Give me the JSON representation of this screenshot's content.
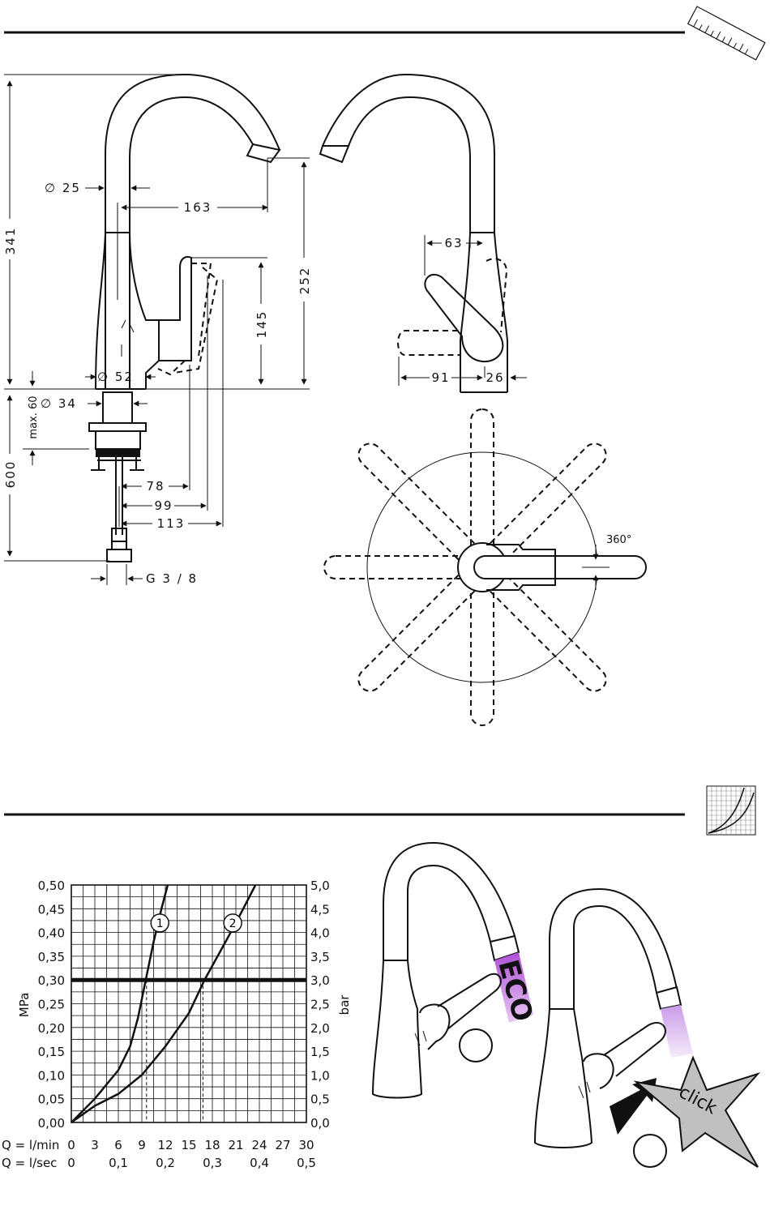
{
  "dimensions": {
    "d_341": "341",
    "d_600": "600",
    "d_max60": "max. 60",
    "d_25": "∅ 25",
    "d_163": "163",
    "d_252": "252",
    "d_145": "145",
    "d_52": "∅ 52",
    "d_34": "∅ 34",
    "d_78": "78",
    "d_99": "99",
    "d_113": "113",
    "d_g38": "G 3 / 8",
    "d_63": "63",
    "d_91": "91",
    "d_26": "26",
    "d_360": "360°"
  },
  "badges": {
    "eco": "ECO",
    "click": "click"
  },
  "chart_data": {
    "type": "line",
    "y_left_label": "MPa",
    "y_right_label": "bar",
    "y_left_ticks": [
      "0,00",
      "0,05",
      "0,10",
      "0,15",
      "0,20",
      "0,25",
      "0,30",
      "0,35",
      "0,40",
      "0,45",
      "0,50"
    ],
    "y_right_ticks": [
      "0,0",
      "0,5",
      "1,0",
      "1,5",
      "2,0",
      "2,5",
      "3,0",
      "3,5",
      "4,0",
      "4,5",
      "5,0"
    ],
    "x_row1_label": "Q = l/min",
    "x_row1_ticks": [
      "0",
      "3",
      "6",
      "9",
      "12",
      "15",
      "18",
      "21",
      "24",
      "27",
      "30"
    ],
    "x_row2_label": "Q = l/sec",
    "x_row2_ticks": [
      "0",
      "0,1",
      "0,2",
      "0,3",
      "0,4",
      "0,5"
    ],
    "xlim": [
      0,
      30
    ],
    "ylim": [
      0,
      0.5
    ],
    "reference_line_y": 0.3,
    "series": [
      {
        "name": "1",
        "x": [
          0,
          3,
          6,
          7.5,
          8.5,
          9.5,
          10.5,
          11.5,
          12.3
        ],
        "y": [
          0,
          0.05,
          0.11,
          0.16,
          0.22,
          0.3,
          0.38,
          0.45,
          0.5
        ]
      },
      {
        "name": "2",
        "x": [
          0,
          3,
          6,
          9,
          12,
          15,
          17,
          19,
          21,
          23.5
        ],
        "y": [
          0,
          0.035,
          0.06,
          0.1,
          0.16,
          0.23,
          0.3,
          0.36,
          0.42,
          0.5
        ]
      }
    ],
    "markers": [
      {
        "series": "1",
        "x": 9.6
      },
      {
        "series": "2",
        "x": 16.8
      }
    ]
  }
}
